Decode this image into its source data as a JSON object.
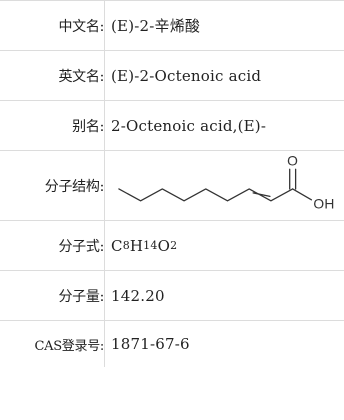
{
  "rows": {
    "cn_name": {
      "label": "中文名:",
      "value": "(E)-2-辛烯酸"
    },
    "en_name": {
      "label": "英文名:",
      "value": "(E)-2-Octenoic acid"
    },
    "alias": {
      "label": "别名:",
      "value": "2-Octenoic acid,(E)-"
    },
    "structure": {
      "label": "分子结构:",
      "atom_o": "O",
      "atom_oh": "OH"
    },
    "formula": {
      "label": "分子式:",
      "c": "C",
      "c_n": "8",
      "h": "H",
      "h_n": "14",
      "o": "O",
      "o_n": "2"
    },
    "mw": {
      "label": "分子量:",
      "value": "142.20"
    },
    "cas": {
      "label": "CAS登录号:",
      "value": "1871-67-6"
    }
  }
}
